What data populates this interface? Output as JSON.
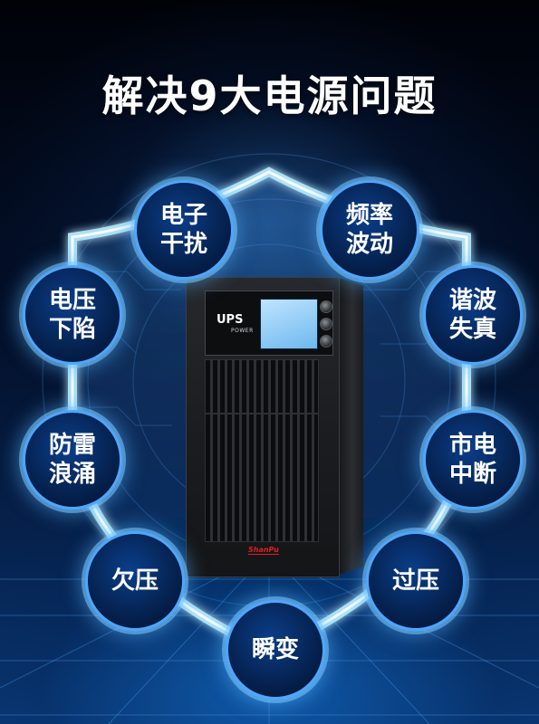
{
  "title": "解决9大电源问题",
  "ups": {
    "brand": "UPS",
    "brand_sub": "POWER",
    "logo": "ShanPu"
  },
  "problems": [
    {
      "label": "电子\n干扰"
    },
    {
      "label": "频率\n波动"
    },
    {
      "label": "电压\n下陷"
    },
    {
      "label": "谐波\n失真"
    },
    {
      "label": "防雷\n浪涌"
    },
    {
      "label": "市电\n中断"
    },
    {
      "label": "欠压"
    },
    {
      "label": "过压"
    },
    {
      "label": "瞬变"
    }
  ],
  "colors": {
    "accent": "#4ea6ff",
    "glow": "#9fe0ff",
    "bubble_fill": "#05214e",
    "background": "#010612"
  }
}
